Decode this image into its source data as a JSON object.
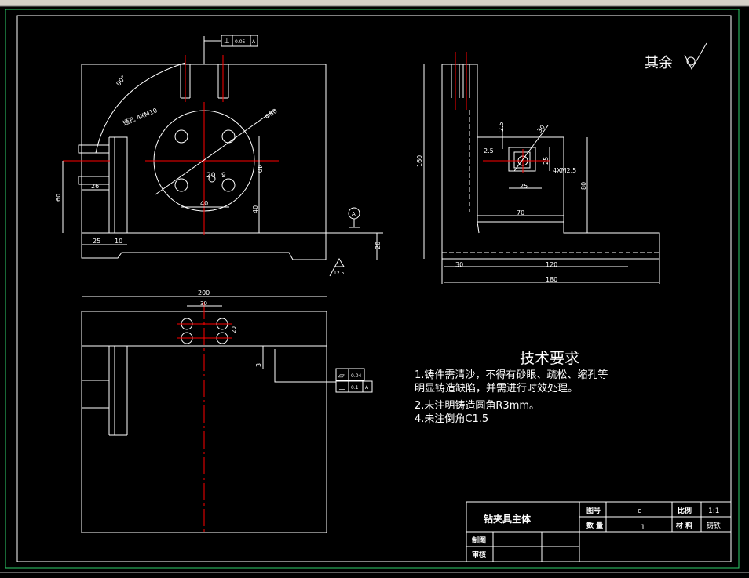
{
  "drawing": {
    "roughness_note": "其余",
    "tech_title": "技术要求",
    "tech_items": [
      "1.铸件需清沙，不得有砂眼、疏松、缩孔等",
      "明显铸造缺陷，并需进行时效处理。",
      "2.未注明铸造圆角R3mm。",
      "4.未注倒角C1.5"
    ]
  },
  "tolerances": {
    "top_perp": {
      "symbol": "⊥",
      "value": "0.05",
      "datum": "A"
    },
    "flatness": {
      "symbol": "▱",
      "value": "0.04"
    },
    "perp2": {
      "symbol": "⊥",
      "value": "0.1",
      "datum": "A"
    },
    "datum_label": "A",
    "roughness_value": "12.5"
  },
  "dimensions": {
    "front": {
      "angle": "90°",
      "holes": "通孔 4XM10",
      "dia": "Φ80",
      "d40_top": "40",
      "d40_bottom": "40",
      "d20": "20",
      "d9": "9",
      "d40_horiz": "40",
      "d26": "26",
      "d60": "60",
      "d25": "25",
      "d10": "10",
      "d20_right": "20"
    },
    "side": {
      "d160": "160",
      "d2_5_top": "2.5",
      "d2_5_left": "2.5",
      "d30": "30",
      "d25_v": "25",
      "threads": "4XM2.5",
      "d25_h": "25",
      "d70": "70",
      "d80": "80",
      "d30_bottom": "30",
      "d120": "120",
      "d180": "180"
    },
    "top": {
      "d200": "200",
      "d30": "30",
      "d20": "20",
      "d3": "3"
    }
  },
  "title_block": {
    "part_name": "钻夹具主体",
    "drawing_no_label": "图号",
    "drawing_no_value": "c",
    "scale_label": "比例",
    "scale_value": "1:1",
    "qty_label": "数 量",
    "qty_value": "1",
    "material_label": "材 料",
    "material_value": "铸铁",
    "drawn_label": "制图",
    "checked_label": "审核"
  }
}
